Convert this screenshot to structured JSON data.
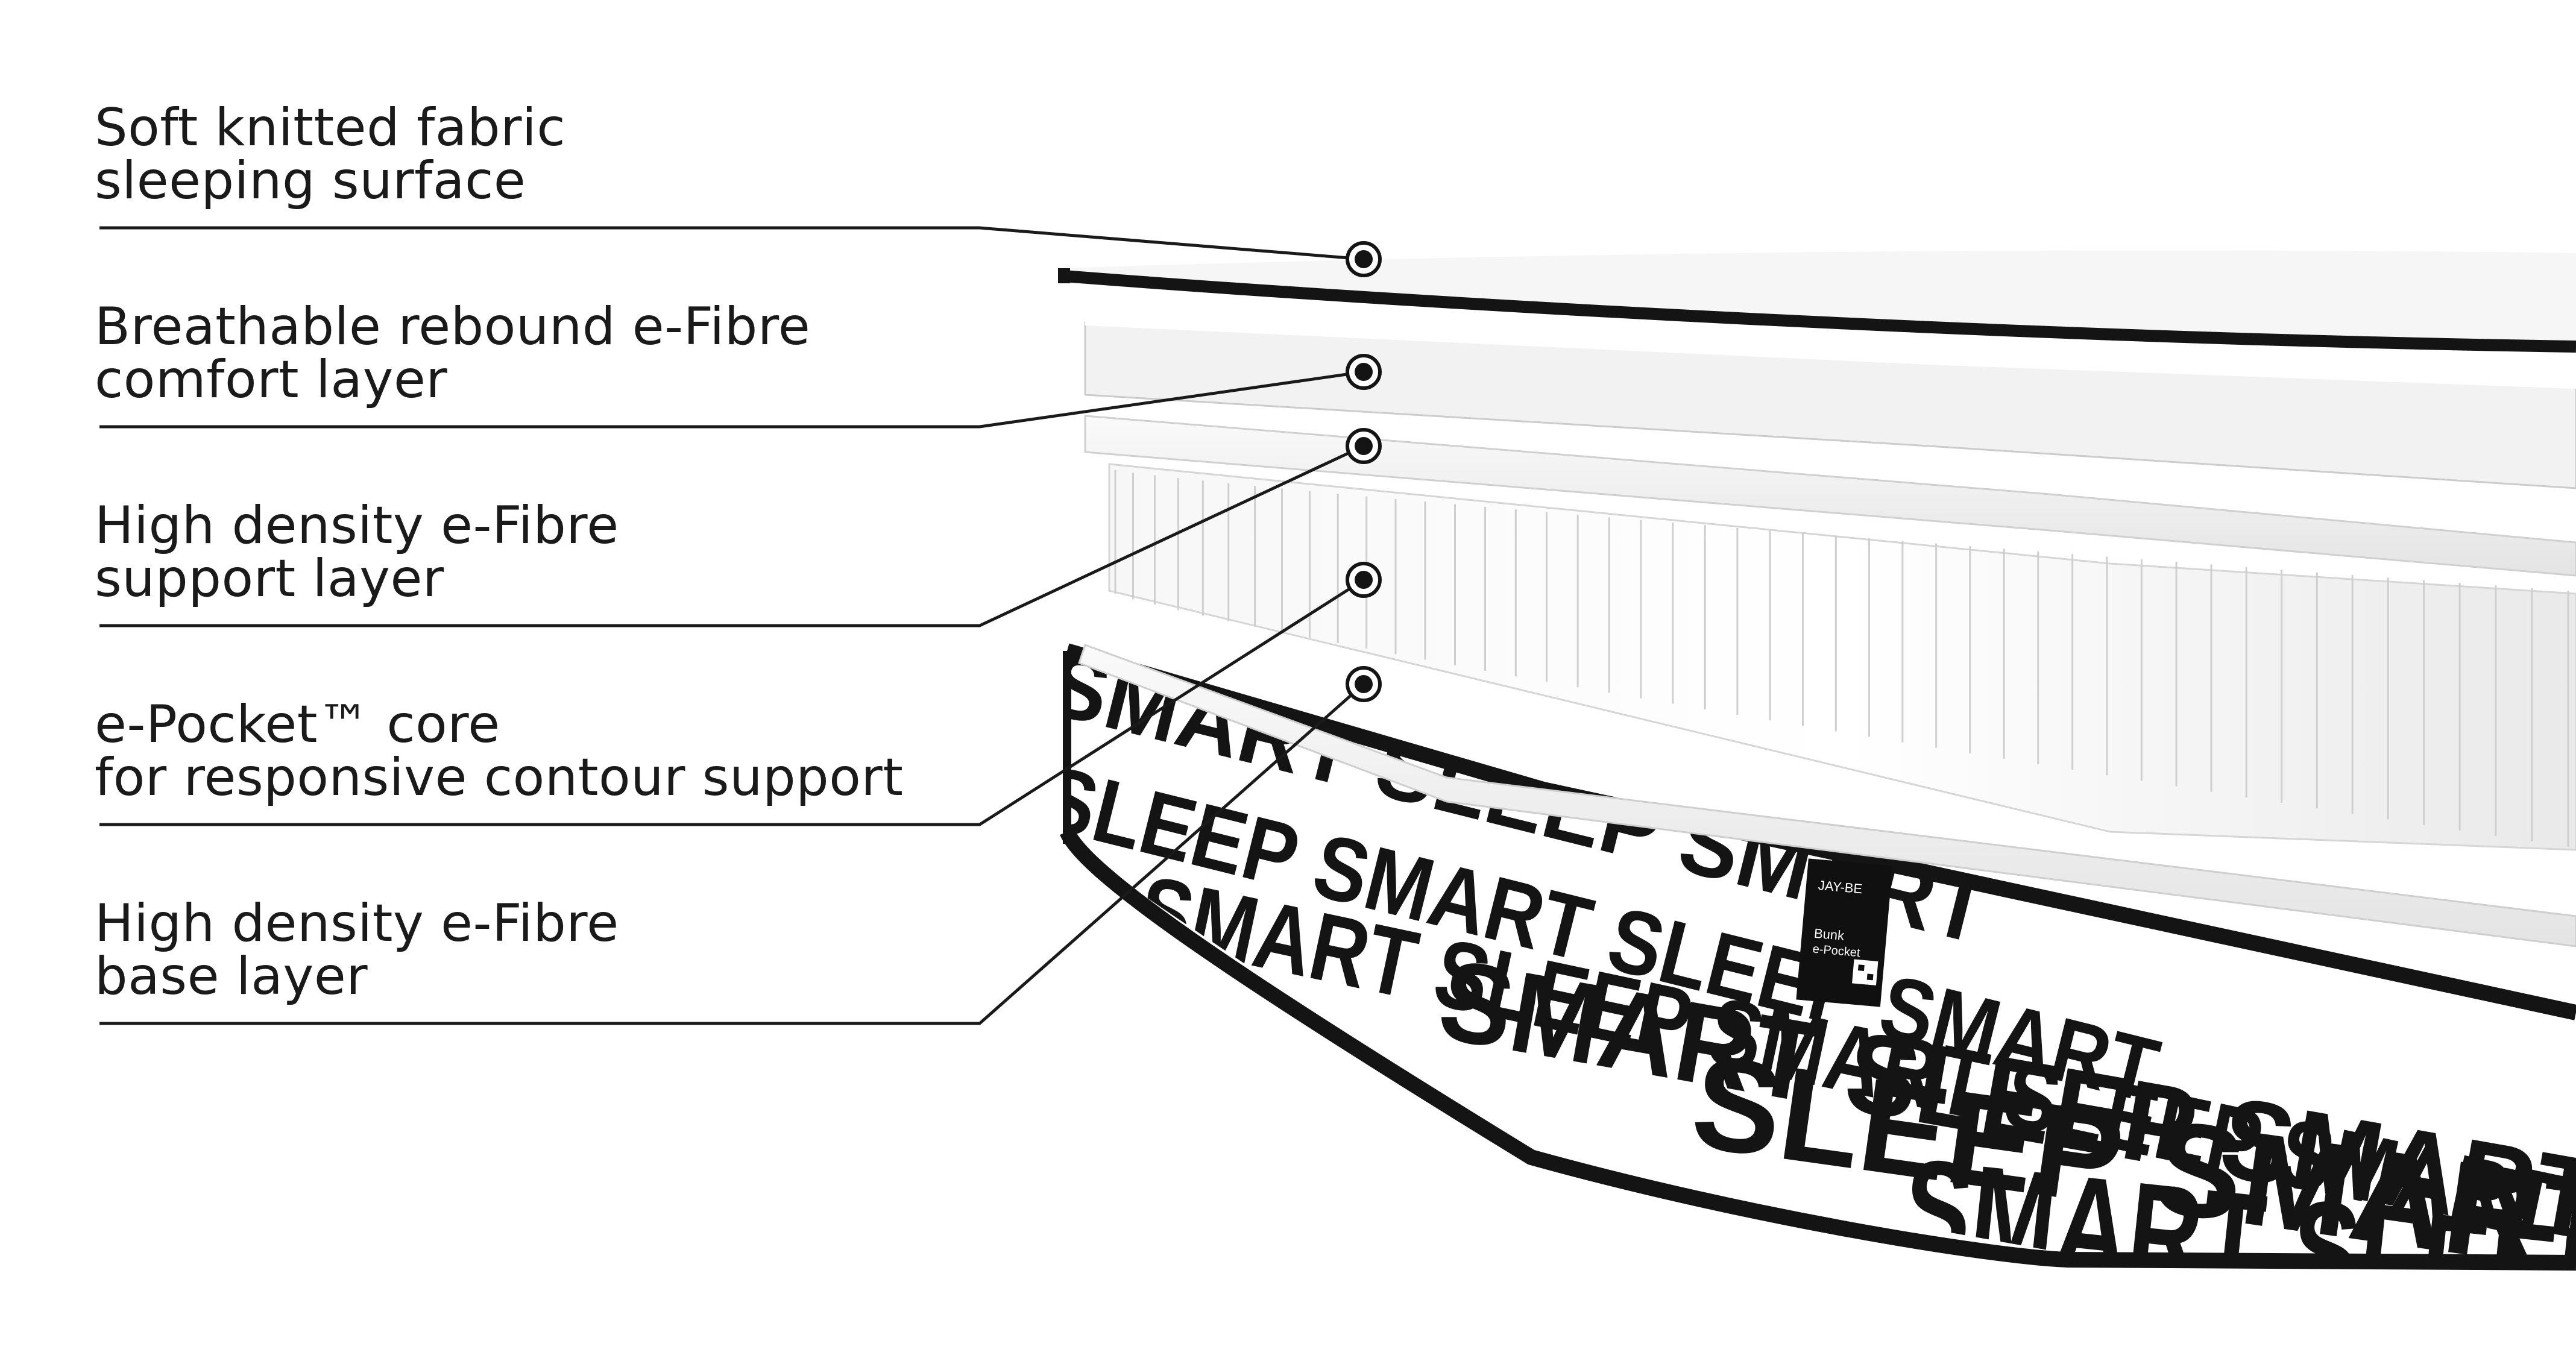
{
  "callouts": [
    {
      "line1": "Soft knitted fabric",
      "line2": "sleeping surface"
    },
    {
      "line1": "Breathable rebound e-Fibre",
      "line2": "comfort layer"
    },
    {
      "line1": "High density e-Fibre",
      "line2": "support layer"
    },
    {
      "line1": "e-Pocket™ core",
      "line2": "for responsive contour support"
    },
    {
      "line1": "High density e-Fibre",
      "line2": "base layer"
    }
  ],
  "mattress": {
    "border_wordmark": [
      "SLEEP",
      "SMART"
    ],
    "tag_brand": "JAY-BE",
    "tag_model": "Bunk",
    "tag_core": "e-Pocket"
  },
  "colors": {
    "ink": "#1a1a1a",
    "fabric": "#f3f3f3",
    "piping": "#141414"
  }
}
